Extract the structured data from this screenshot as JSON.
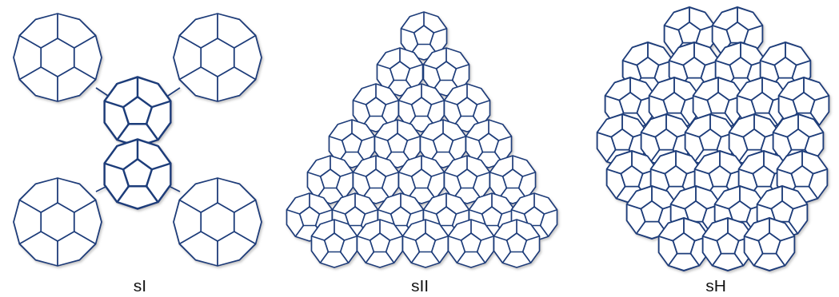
{
  "diagram": {
    "labels": [
      "sI",
      "sII",
      "sH"
    ]
  }
}
